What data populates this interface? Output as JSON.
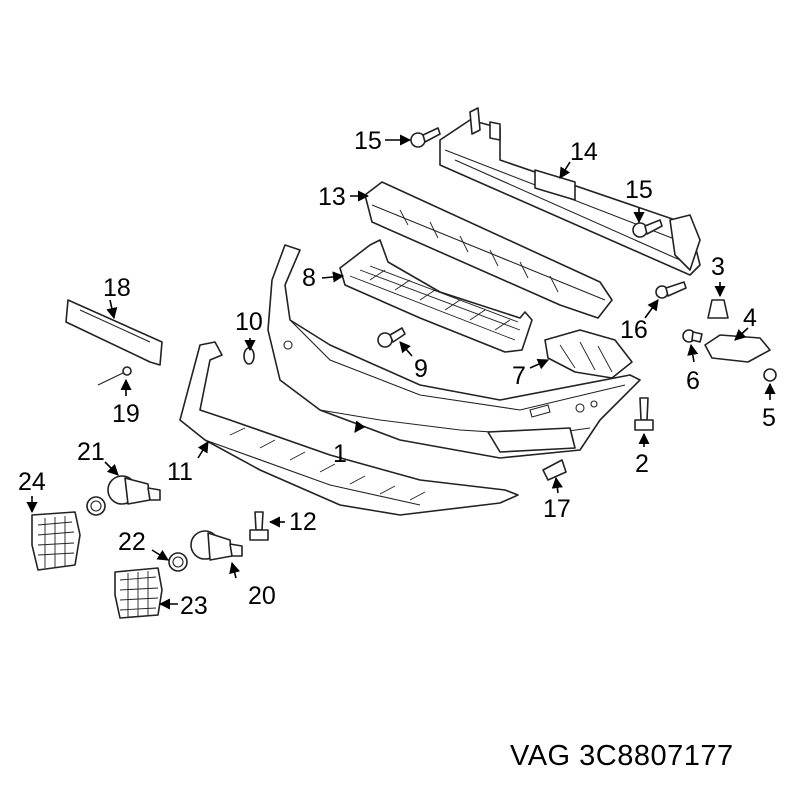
{
  "callouts": {
    "c1": "1",
    "c2": "2",
    "c3": "3",
    "c4": "4",
    "c5": "5",
    "c6": "6",
    "c7": "7",
    "c8": "8",
    "c9": "9",
    "c10": "10",
    "c11": "11",
    "c12": "12",
    "c13": "13",
    "c14": "14",
    "c15a": "15",
    "c15b": "15",
    "c16": "16",
    "c17": "17",
    "c18": "18",
    "c19": "19",
    "c20": "20",
    "c21": "21",
    "c22": "22",
    "c23": "23",
    "c24": "24"
  },
  "caption": "VAG 3C8807177",
  "colors": {
    "line": "#222222",
    "background": "#ffffff"
  }
}
